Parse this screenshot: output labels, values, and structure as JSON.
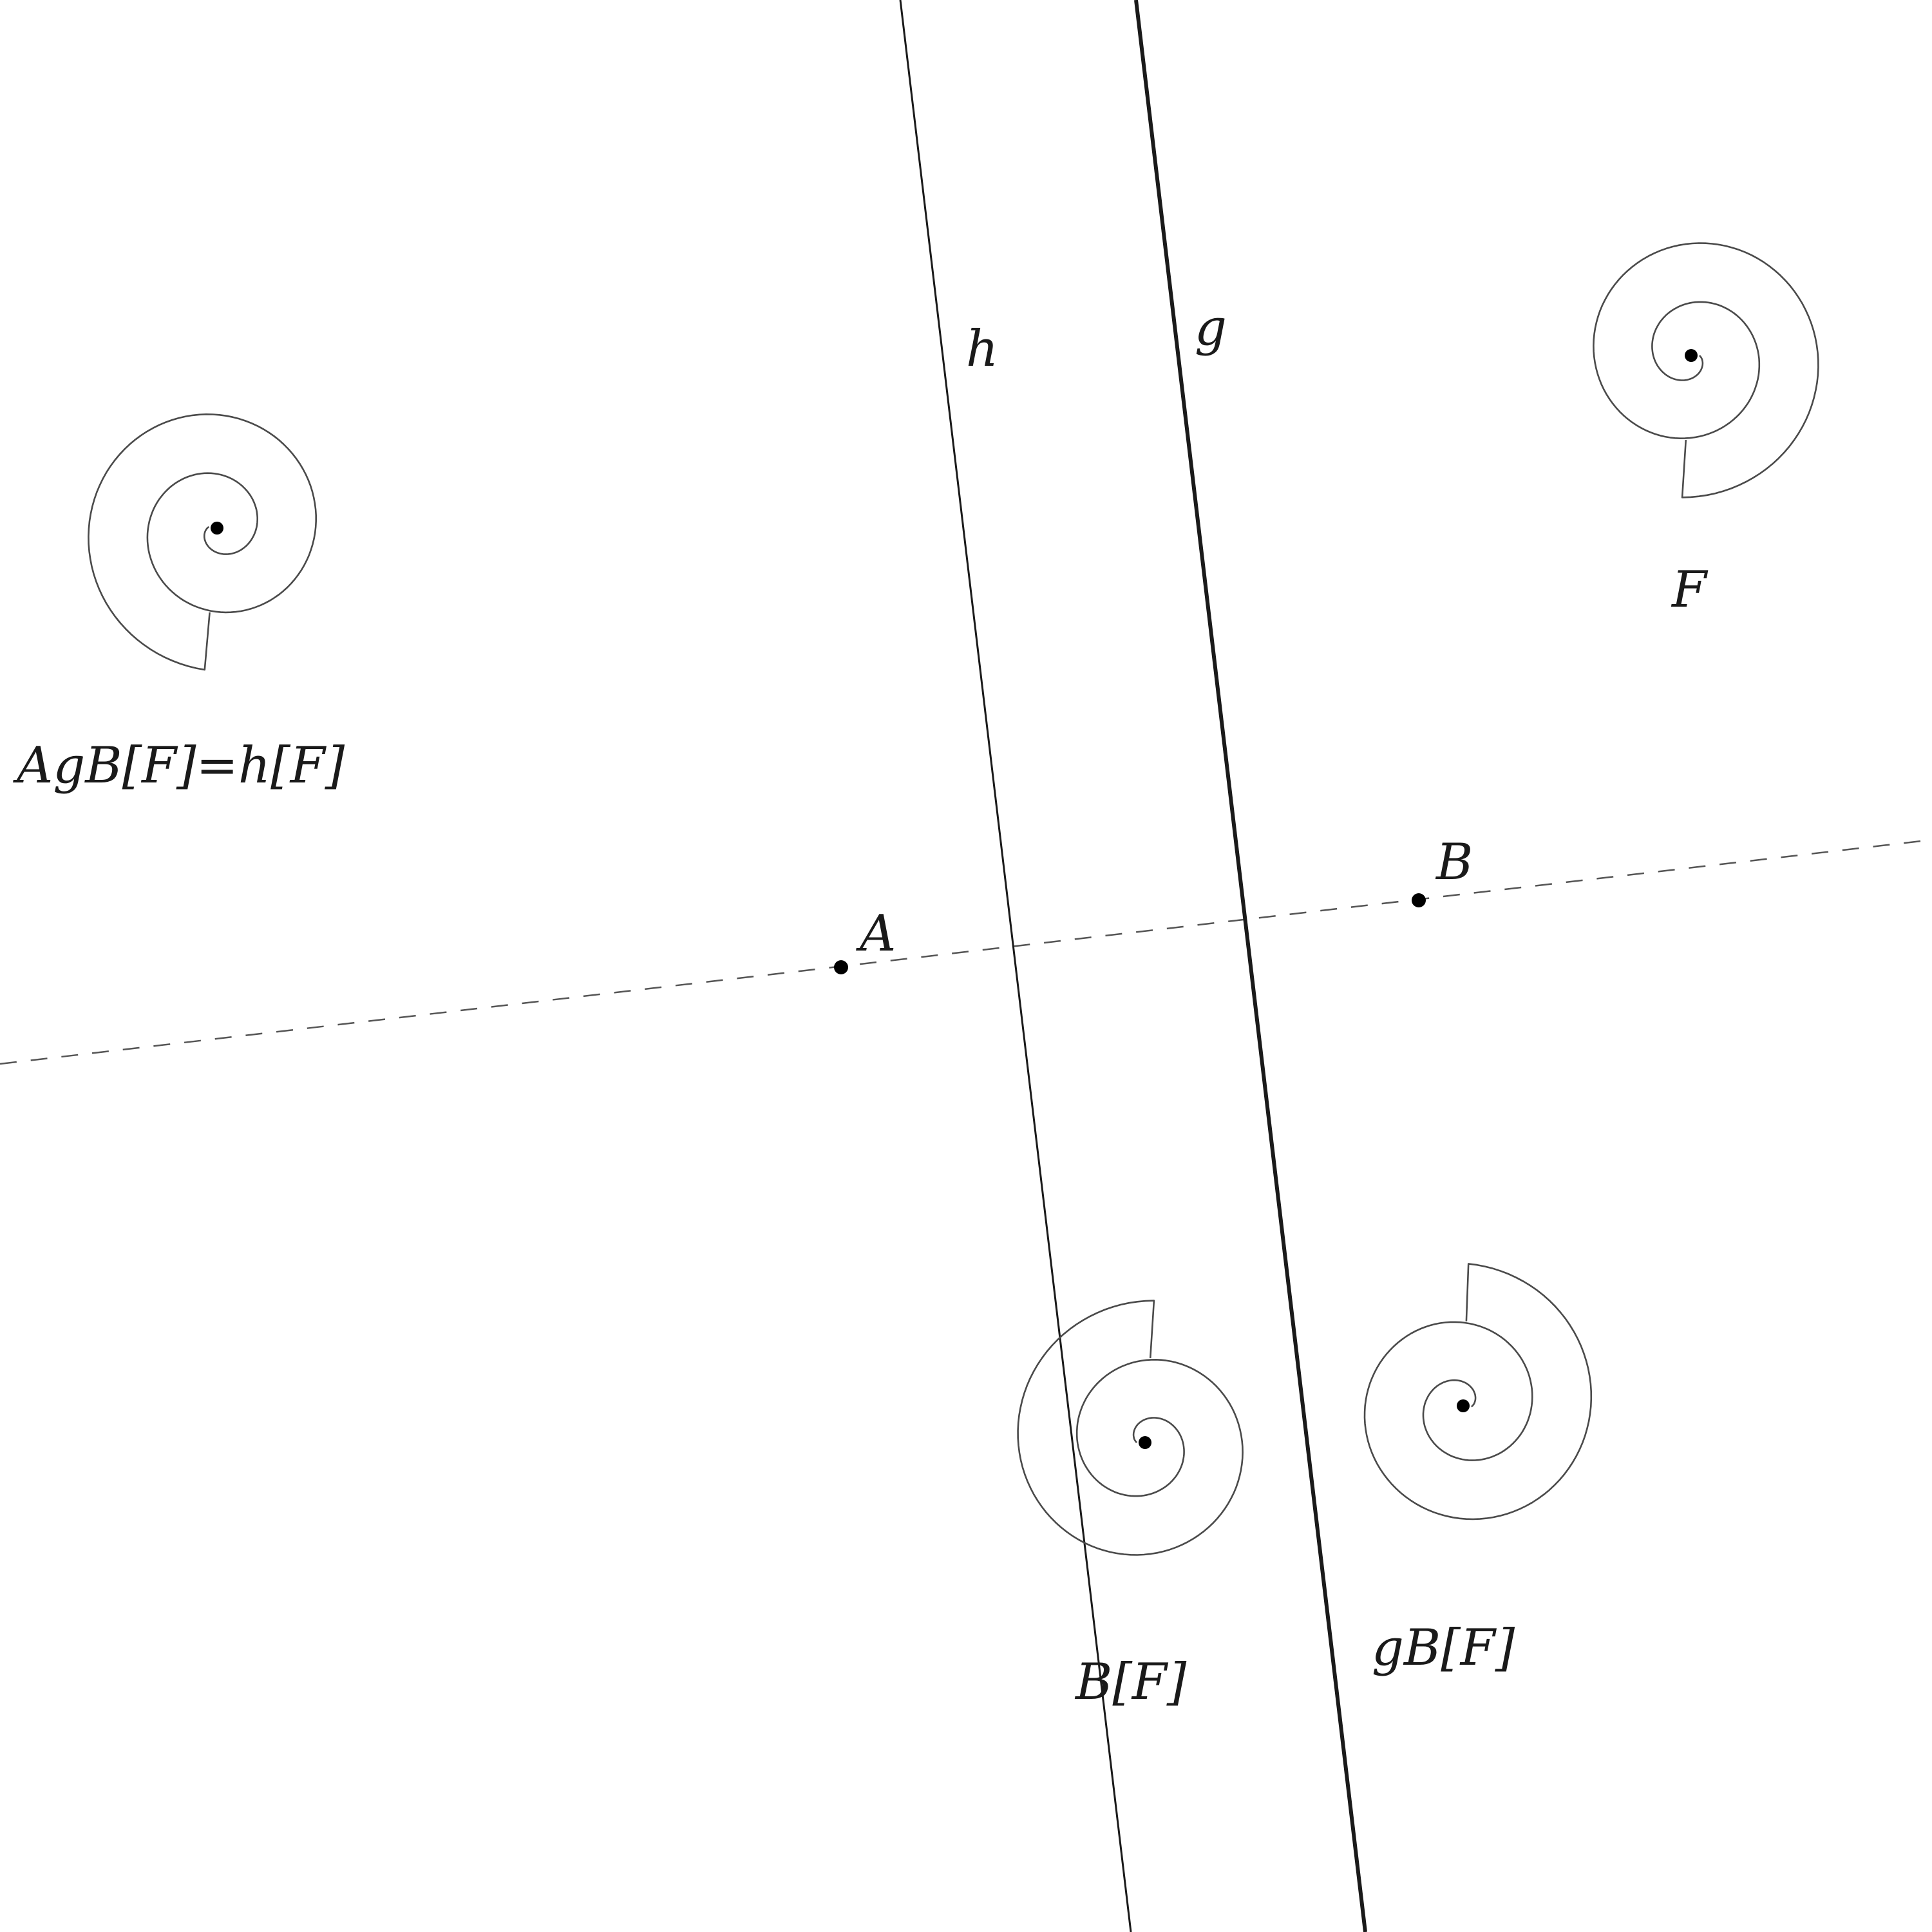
{
  "lines": [
    {
      "id": "h",
      "label": "h"
    },
    {
      "id": "g",
      "label": "g"
    }
  ],
  "points": [
    {
      "id": "A",
      "label": "A"
    },
    {
      "id": "B",
      "label": "B"
    }
  ],
  "figures": [
    {
      "id": "F",
      "label": "F"
    },
    {
      "id": "B_F",
      "label": "B[F]"
    },
    {
      "id": "gB_F",
      "label": "gB[F]"
    },
    {
      "id": "AgB_F",
      "label": "AgB[F]=h[F]"
    }
  ]
}
